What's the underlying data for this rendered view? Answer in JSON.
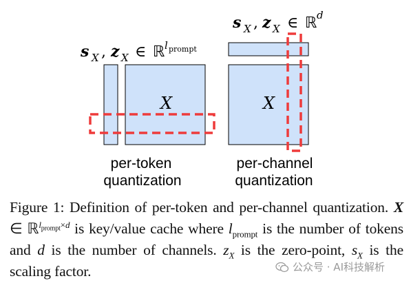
{
  "diagram": {
    "left_formula": {
      "base": "s",
      "base_sub": "X",
      "second": "z",
      "second_sub": "X",
      "in_symbol": "∈",
      "space": "ℝ",
      "exponent_var": "l",
      "exponent_sub": "prompt"
    },
    "right_formula": {
      "base": "s",
      "base_sub": "X",
      "second": "z",
      "second_sub": "X",
      "in_symbol": "∈",
      "space": "ℝ",
      "exponent": "d"
    },
    "matrix_label_left": "X",
    "matrix_label_right": "X",
    "left_caption_line1": "per-token",
    "left_caption_line2": "quantization",
    "right_caption_line1": "per-channel",
    "right_caption_line2": "quantization",
    "colors": {
      "block_fill": "#cfe2fa",
      "block_stroke": "#000000",
      "dash": "#ee3b3b"
    }
  },
  "caption": {
    "figure_label": "Figure 1:",
    "text_1": " Definition of per-token and per-channel quantization. ",
    "matrix": "X",
    "in_symbol": " ∈ ℝ",
    "dims_l": "l",
    "dims_l_sub": "prompt",
    "dims_times": "×",
    "dims_d": "d",
    "text_2": " is key/value cache where ",
    "lprompt_l": "l",
    "lprompt_sub": "prompt",
    "text_3": " is the number of tokens and ",
    "d": "d",
    "text_4": " is the number of channels. ",
    "zx": "z",
    "zx_sub": "X",
    "text_5": " is the zero-point, ",
    "sx": "s",
    "sx_sub": "X",
    "text_6": " is the scaling factor."
  },
  "watermark": {
    "icon": "wechat-icon",
    "text": "公众号 · AI科技解析"
  }
}
